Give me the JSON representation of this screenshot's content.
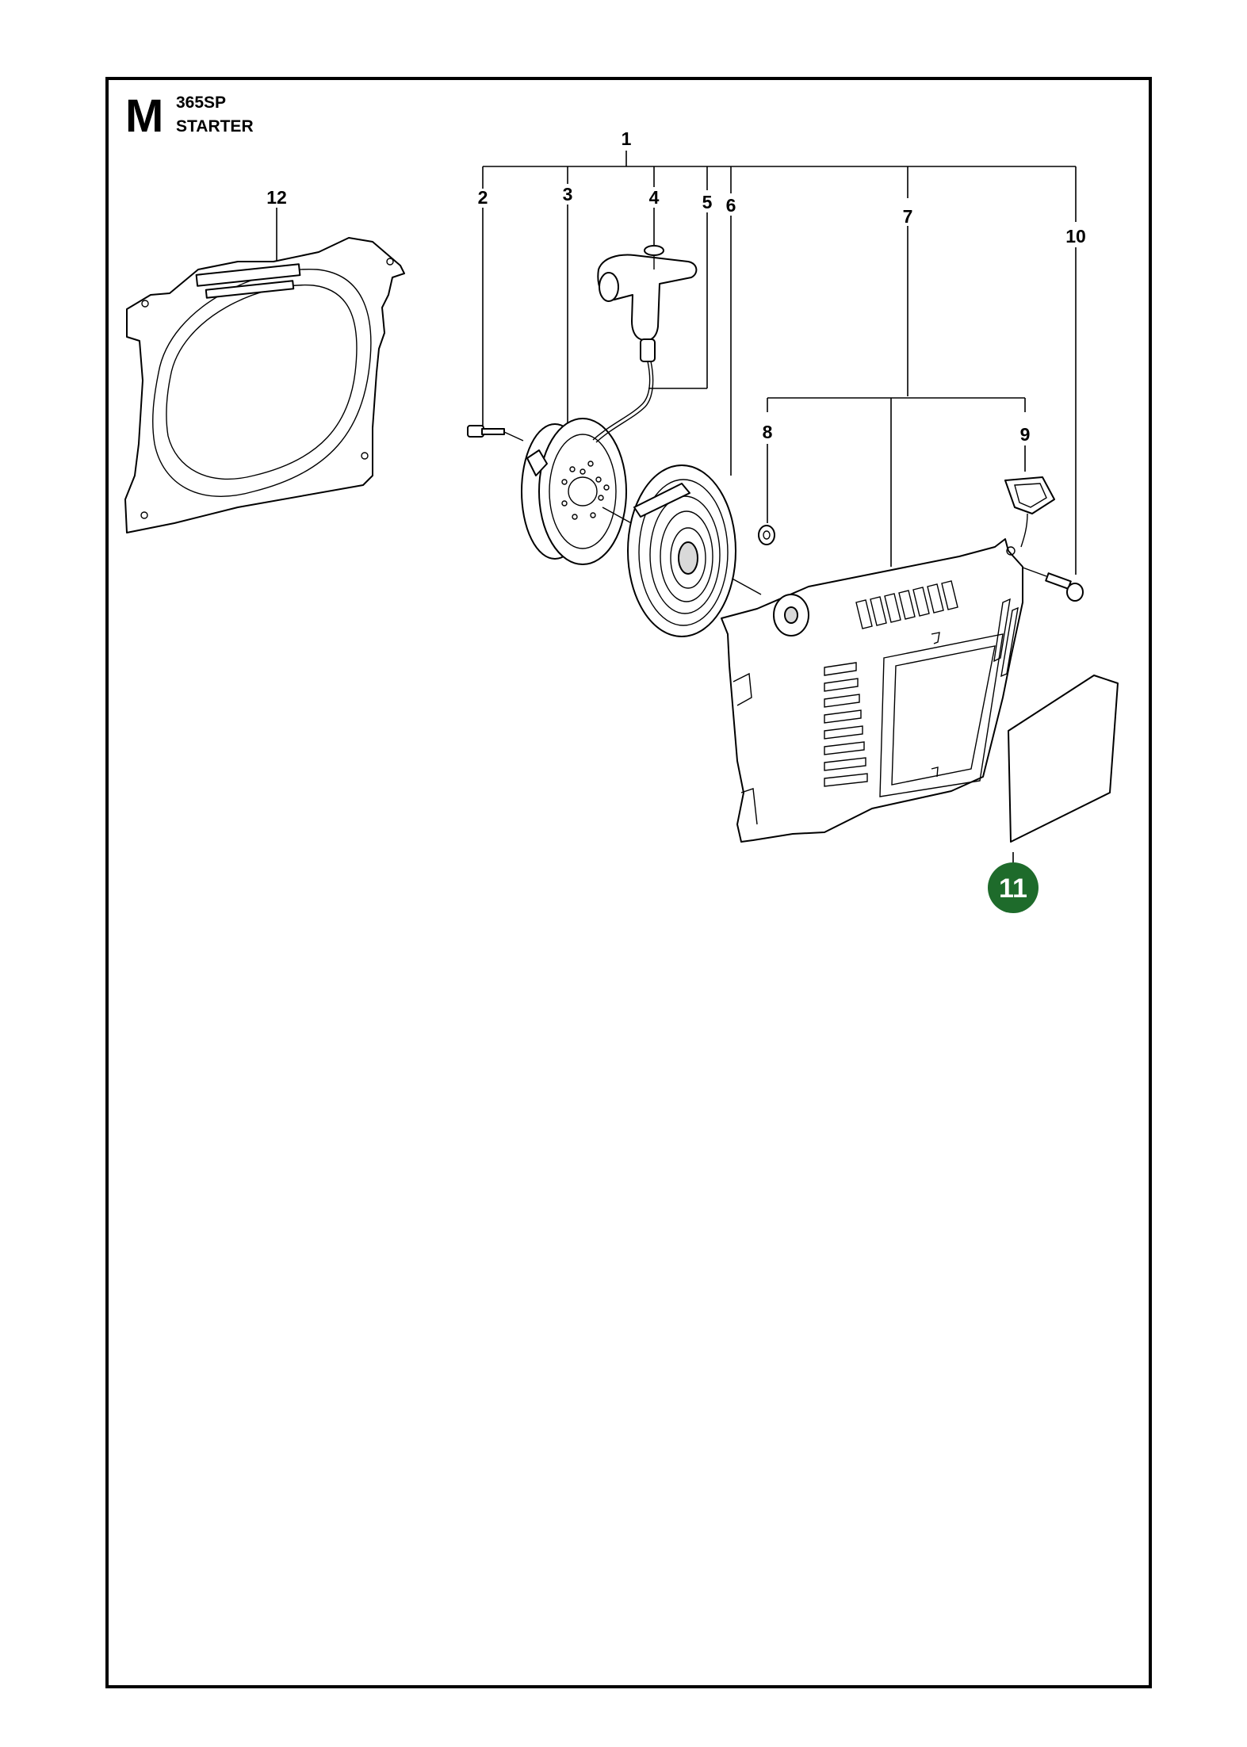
{
  "header": {
    "section_letter": "M",
    "model": "365SP",
    "title": "STARTER"
  },
  "callouts": [
    {
      "id": "1",
      "label": "1"
    },
    {
      "id": "2",
      "label": "2"
    },
    {
      "id": "3",
      "label": "3"
    },
    {
      "id": "4",
      "label": "4"
    },
    {
      "id": "5",
      "label": "5"
    },
    {
      "id": "6",
      "label": "6"
    },
    {
      "id": "7",
      "label": "7"
    },
    {
      "id": "8",
      "label": "8"
    },
    {
      "id": "9",
      "label": "9"
    },
    {
      "id": "10",
      "label": "10"
    },
    {
      "id": "11",
      "label": "11",
      "highlighted": true
    },
    {
      "id": "12",
      "label": "12"
    }
  ],
  "colors": {
    "highlight": "#1e6b2b",
    "lines": "#000000",
    "background": "#ffffff"
  }
}
